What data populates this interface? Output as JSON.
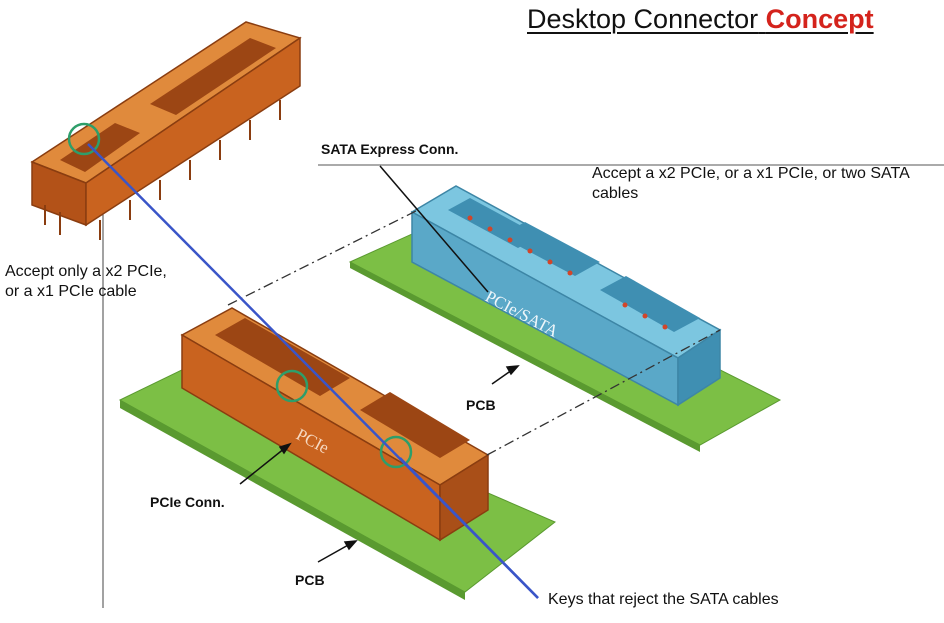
{
  "title": {
    "main": "Desktop Connector",
    "accent": "Concept"
  },
  "labels": {
    "sata_express_conn": "SATA Express Conn.",
    "sata_express_note": "Accept a x2 PCIe, or a x1 PCIe, or two SATA cables",
    "pcie_only_note": "Accept only a x2 PCIe, or a x1 PCIe cable",
    "pcie_conn": "PCIe Conn.",
    "pcb_top": "PCB",
    "pcb_bottom": "PCB",
    "keys_note": "Keys that reject the SATA cables"
  },
  "connector_text": {
    "sata_express": "PCIe/SATA",
    "pcie": "PCIe"
  },
  "colors": {
    "accent": "#d4231c",
    "pcb": "#7cbf45",
    "pcie_connector": "#c9631f",
    "sata_express_connector": "#5aa8c8",
    "key_circle": "#2e9e6a",
    "key_line": "#3a55c8"
  }
}
